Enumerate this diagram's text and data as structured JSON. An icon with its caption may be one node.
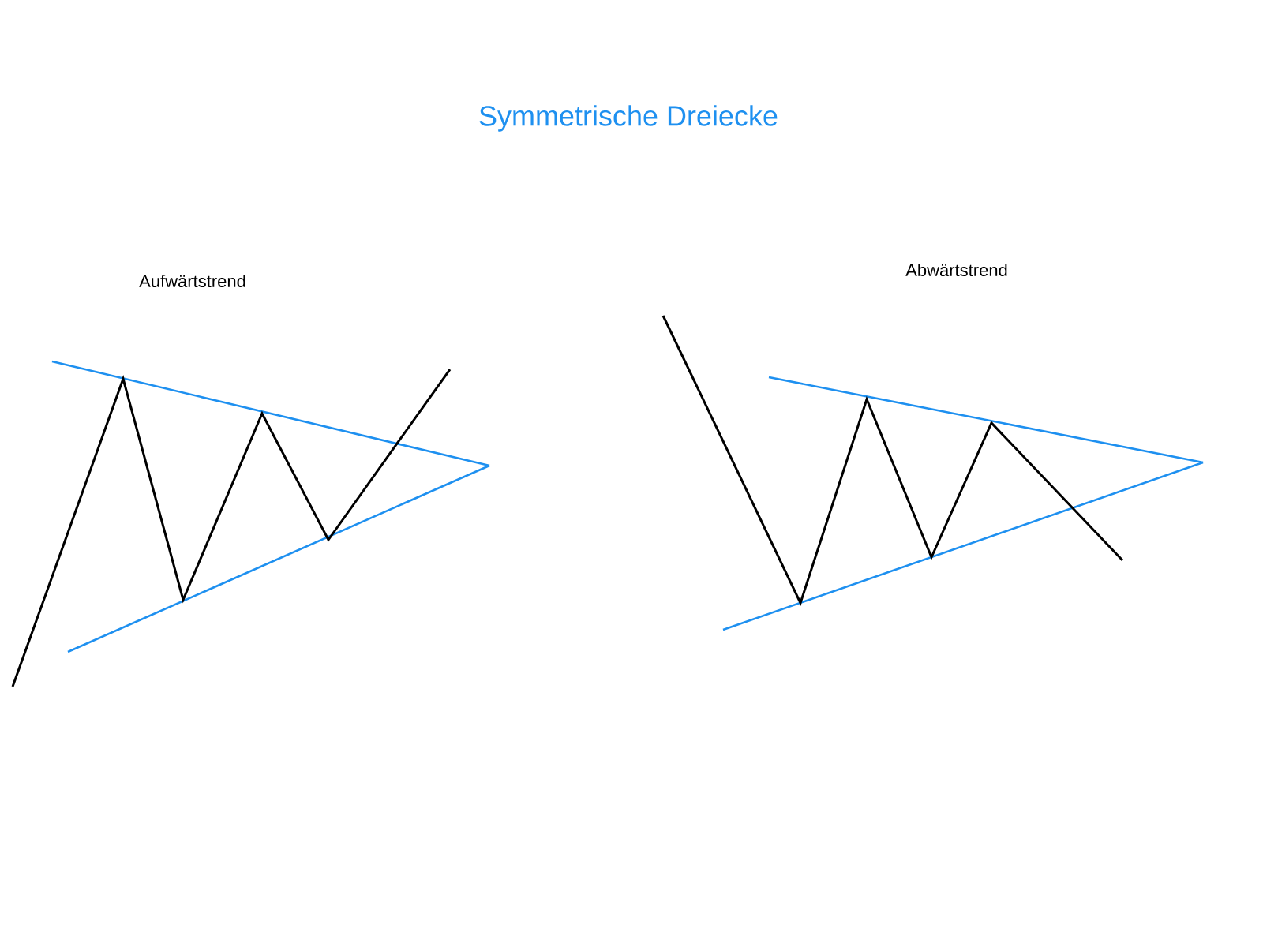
{
  "diagram": {
    "title": "Symmetrische Dreiecke",
    "labels": [
      "Aufwärtstrend",
      "Abwärtstrend"
    ]
  }
}
